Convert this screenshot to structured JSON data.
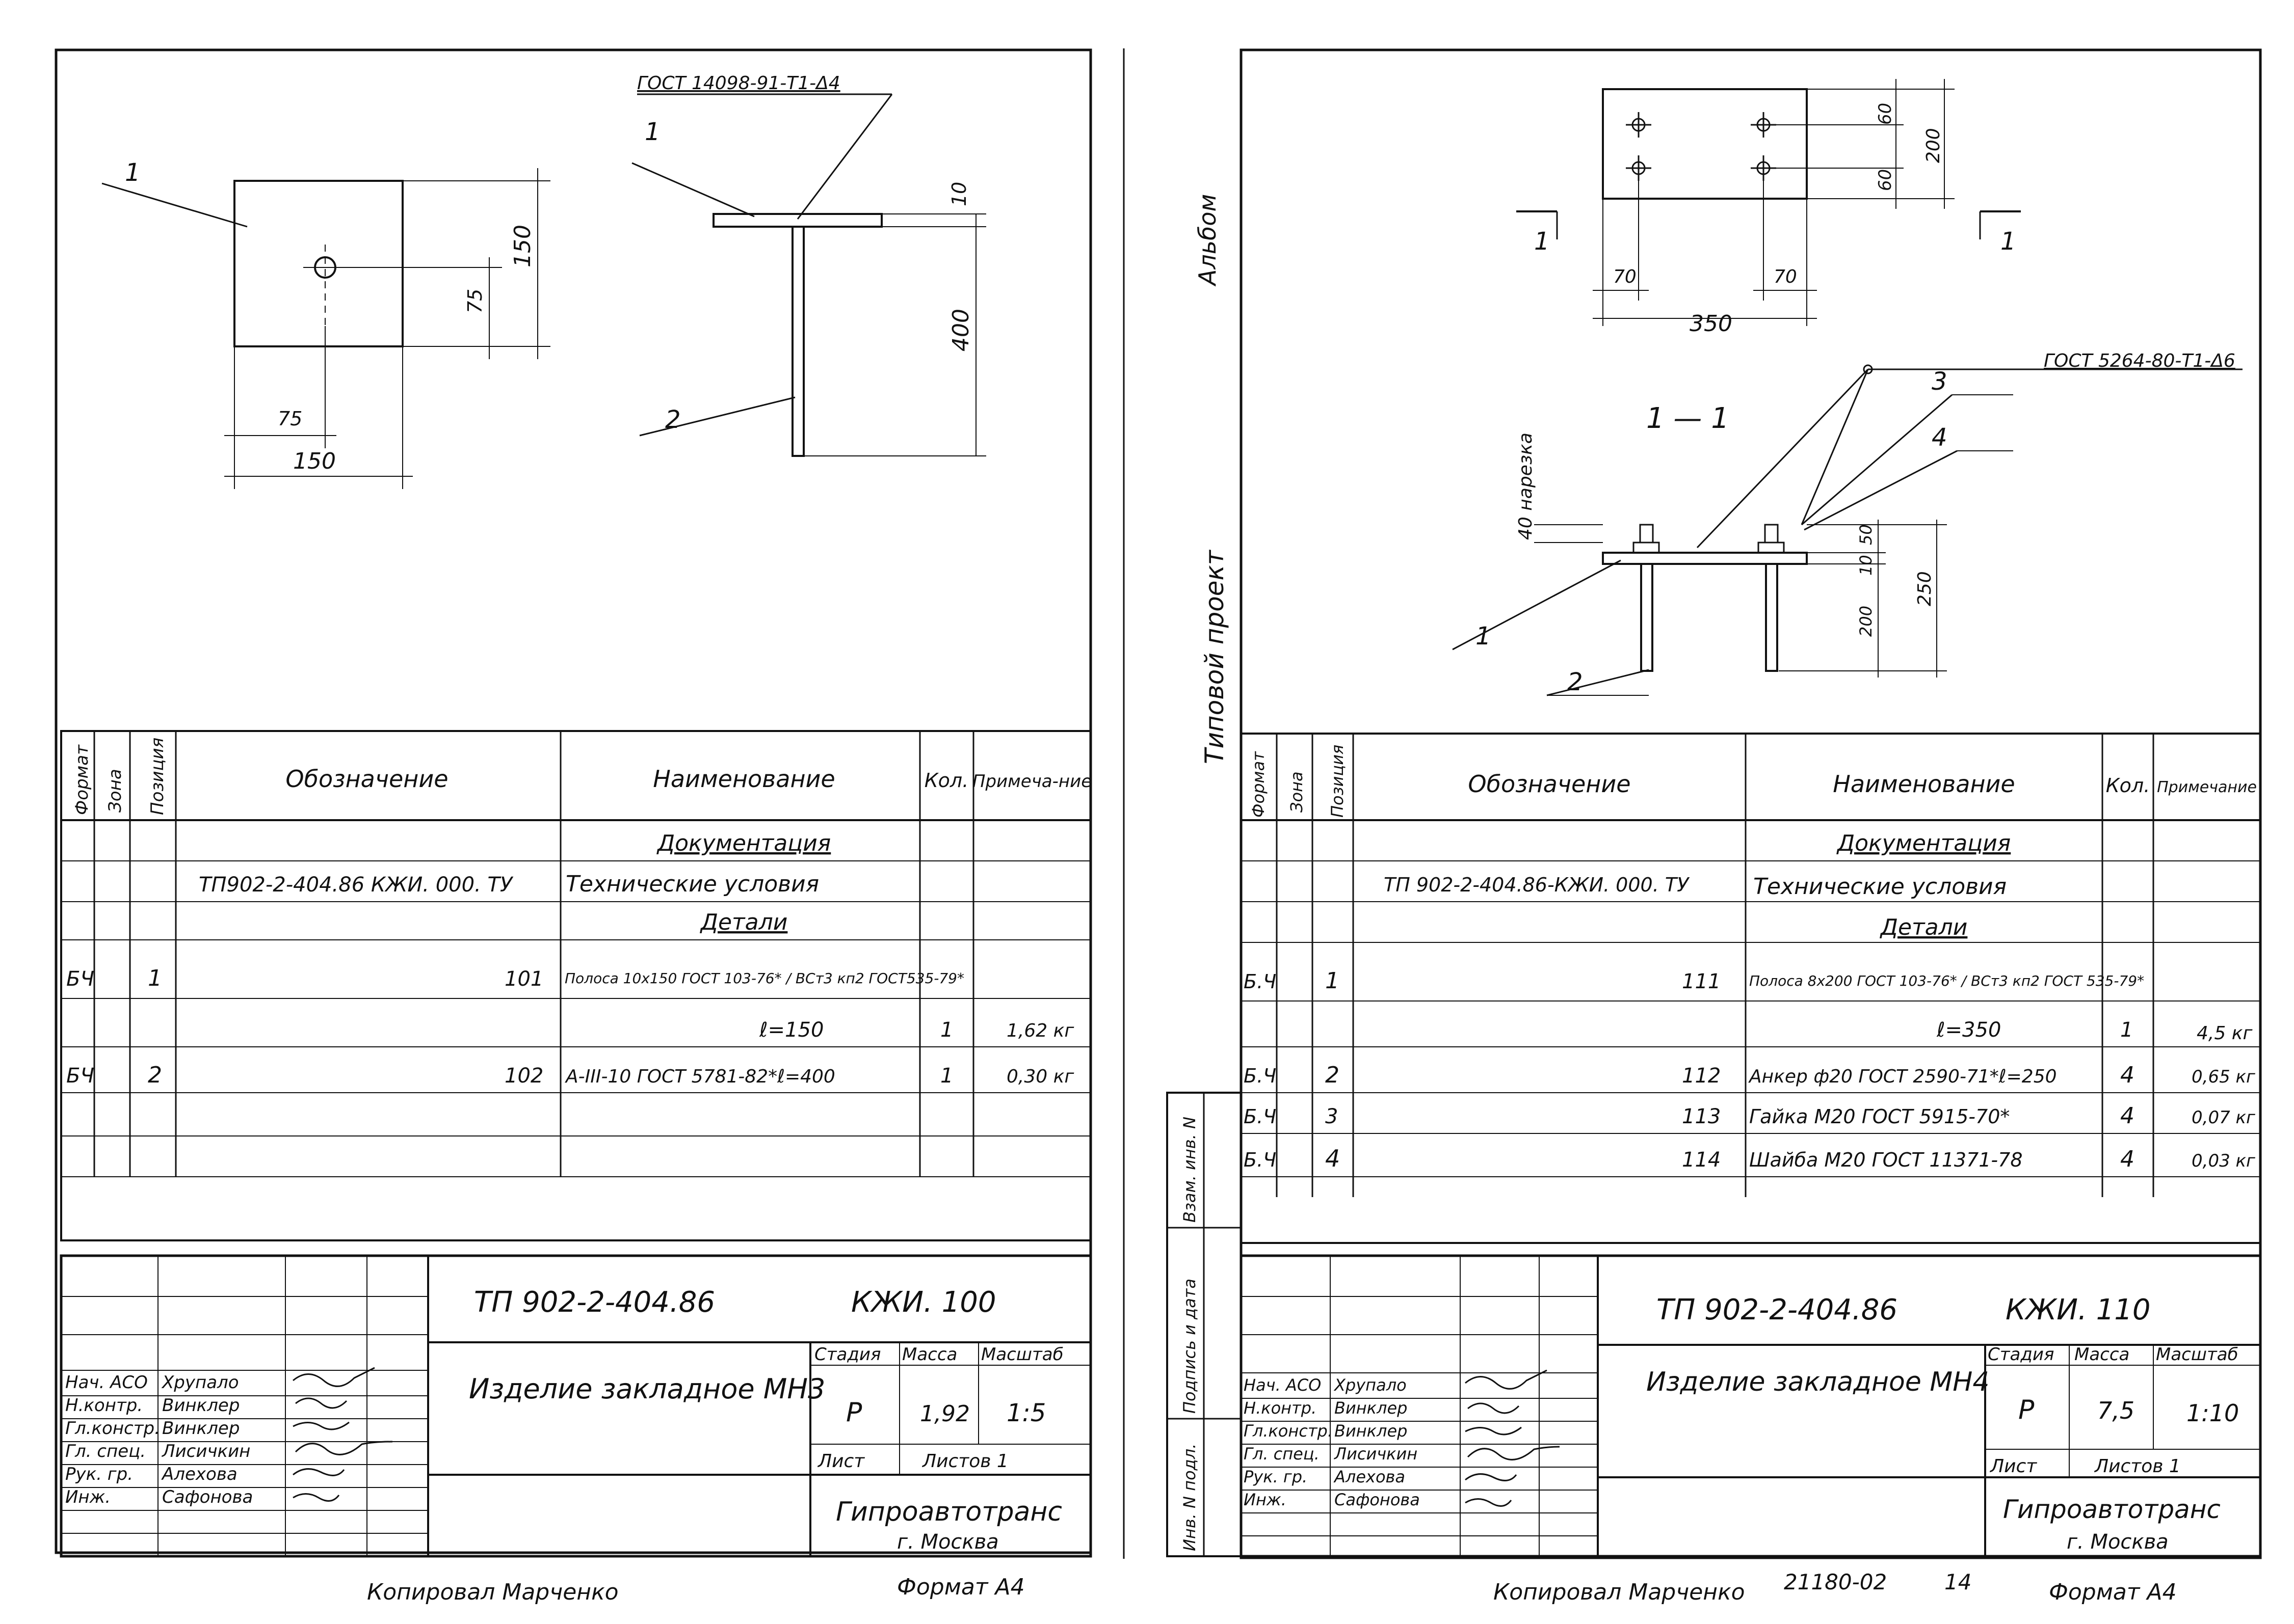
{
  "left_sheet": {
    "drawing": {
      "gost_weld": "ГОСТ 14098-91-Т1-Δ4",
      "callouts": [
        "1",
        "1",
        "2"
      ],
      "dims": {
        "plate_half_h": "75",
        "plate_h": "150",
        "plate_half_w": "75",
        "plate_w": "150",
        "thickness": "10",
        "length": "400"
      }
    },
    "spec": {
      "headers": {
        "format": "Формат",
        "zone": "Зона",
        "position": "Позиция",
        "designation": "Обозначение",
        "name": "Наименование",
        "qty": "Кол.",
        "note": "Примеча-ние"
      },
      "rows": [
        {
          "fmt": "",
          "pos": "",
          "des": "",
          "name": "Документация",
          "qty": "",
          "note": ""
        },
        {
          "fmt": "",
          "pos": "",
          "des": "ТП902-2-404.86  КЖИ. 000. ТУ",
          "name": "Технические условия",
          "qty": "",
          "note": ""
        },
        {
          "fmt": "",
          "pos": "",
          "des": "",
          "name": "Детали",
          "qty": "",
          "note": ""
        },
        {
          "fmt": "БЧ",
          "pos": "1",
          "des": "101",
          "name": "Полоса 10x150 ГОСТ 103-76* / ВСт3 кп2 ГОСТ535-79*",
          "qty": "",
          "note": ""
        },
        {
          "fmt": "",
          "pos": "",
          "des": "",
          "name": "ℓ=150",
          "qty": "1",
          "note": "1,62 кг"
        },
        {
          "fmt": "БЧ",
          "pos": "2",
          "des": "102",
          "name": "А-III-10  ГОСТ 5781-82*ℓ=400",
          "qty": "1",
          "note": "0,30 кг"
        }
      ]
    },
    "title_block": {
      "code": "ТП 902-2-404.86",
      "mark": "КЖИ. 100",
      "item_name": "Изделие закладное МН3",
      "stage_label": "Стадия",
      "mass_label": "Масса",
      "scale_label": "Масштаб",
      "stage": "Р",
      "mass": "1,92",
      "scale": "1:5",
      "sheet_label": "Лист",
      "sheets_label": "Листов 1",
      "org": "Гипроавтотранс",
      "city": "г. Москва",
      "roles": [
        "Нач. АСО",
        "Н.контр.",
        "Гл.констр.",
        "Гл. спец.",
        "Рук. гр.",
        "Инж."
      ],
      "names": [
        "Хрупало",
        "Винклер",
        "Винклер",
        "Лисичкин",
        "Алехова",
        "Сафонова"
      ]
    },
    "footer": {
      "copied": "Копировал  Марченко",
      "format": "Формат А4"
    }
  },
  "right_sheet": {
    "side_text": {
      "album": "Альбом",
      "project": "Типовой проект"
    },
    "left_strip": [
      "Инв. N подл.",
      "Подпись и дата",
      "Взам. инв. N"
    ],
    "drawing": {
      "section_mark": "1",
      "section_label": "1 — 1",
      "gost_weld": "ГОСТ 5264-80-Т1-Δ6",
      "thread": "40 нарезка",
      "callouts": [
        "1",
        "2",
        "3",
        "4"
      ],
      "dims": {
        "d60a": "60",
        "d60b": "60",
        "h200": "200",
        "w70a": "70",
        "w70b": "70",
        "w350": "350",
        "d50": "50",
        "d10": "10",
        "d200": "200",
        "d250": "250"
      }
    },
    "spec": {
      "headers": {
        "format": "Формат",
        "zone": "Зона",
        "position": "Позиция",
        "designation": "Обозначение",
        "name": "Наименование",
        "qty": "Кол.",
        "note": "Примечание"
      },
      "rows": [
        {
          "fmt": "",
          "pos": "",
          "des": "",
          "name": "Документация",
          "qty": "",
          "note": ""
        },
        {
          "fmt": "",
          "pos": "",
          "des": "ТП 902-2-404.86-КЖИ. 000. ТУ",
          "name": "Технические условия",
          "qty": "",
          "note": ""
        },
        {
          "fmt": "",
          "pos": "",
          "des": "",
          "name": "Детали",
          "qty": "",
          "note": ""
        },
        {
          "fmt": "Б.Ч",
          "pos": "1",
          "des": "111",
          "name": "Полоса 8x200 ГОСТ 103-76* / ВСт3 кп2 ГОСТ 535-79*",
          "qty": "",
          "note": ""
        },
        {
          "fmt": "",
          "pos": "",
          "des": "",
          "name": "ℓ=350",
          "qty": "1",
          "note": "4,5 кг"
        },
        {
          "fmt": "Б.Ч",
          "pos": "2",
          "des": "112",
          "name": "Анкер ф20 ГОСТ 2590-71*ℓ=250",
          "qty": "4",
          "note": "0,65 кг"
        },
        {
          "fmt": "Б.Ч",
          "pos": "3",
          "des": "113",
          "name": "Гайка М20 ГОСТ 5915-70*",
          "qty": "4",
          "note": "0,07 кг"
        },
        {
          "fmt": "Б.Ч",
          "pos": "4",
          "des": "114",
          "name": "Шайба М20 ГОСТ 11371-78",
          "qty": "4",
          "note": "0,03 кг"
        }
      ]
    },
    "title_block": {
      "code": "ТП 902-2-404.86",
      "mark": "КЖИ. 110",
      "item_name": "Изделие закладное МН4",
      "stage_label": "Стадия",
      "mass_label": "Масса",
      "scale_label": "Масштаб",
      "stage": "Р",
      "mass": "7,5",
      "scale": "1:10",
      "sheet_label": "Лист",
      "sheets_label": "Листов 1",
      "org": "Гипроавтотранс",
      "city": "г. Москва",
      "roles": [
        "Нач. АСО",
        "Н.контр.",
        "Гл.констр.",
        "Гл. спец.",
        "Рук. гр.",
        "Инж."
      ],
      "names": [
        "Хрупало",
        "Винклер",
        "Винклер",
        "Лисичкин",
        "Алехова",
        "Сафонова"
      ]
    },
    "footer": {
      "copied": "Копировал  Марченко",
      "code": "21180-02",
      "page": "14",
      "format": "Формат А4"
    }
  }
}
